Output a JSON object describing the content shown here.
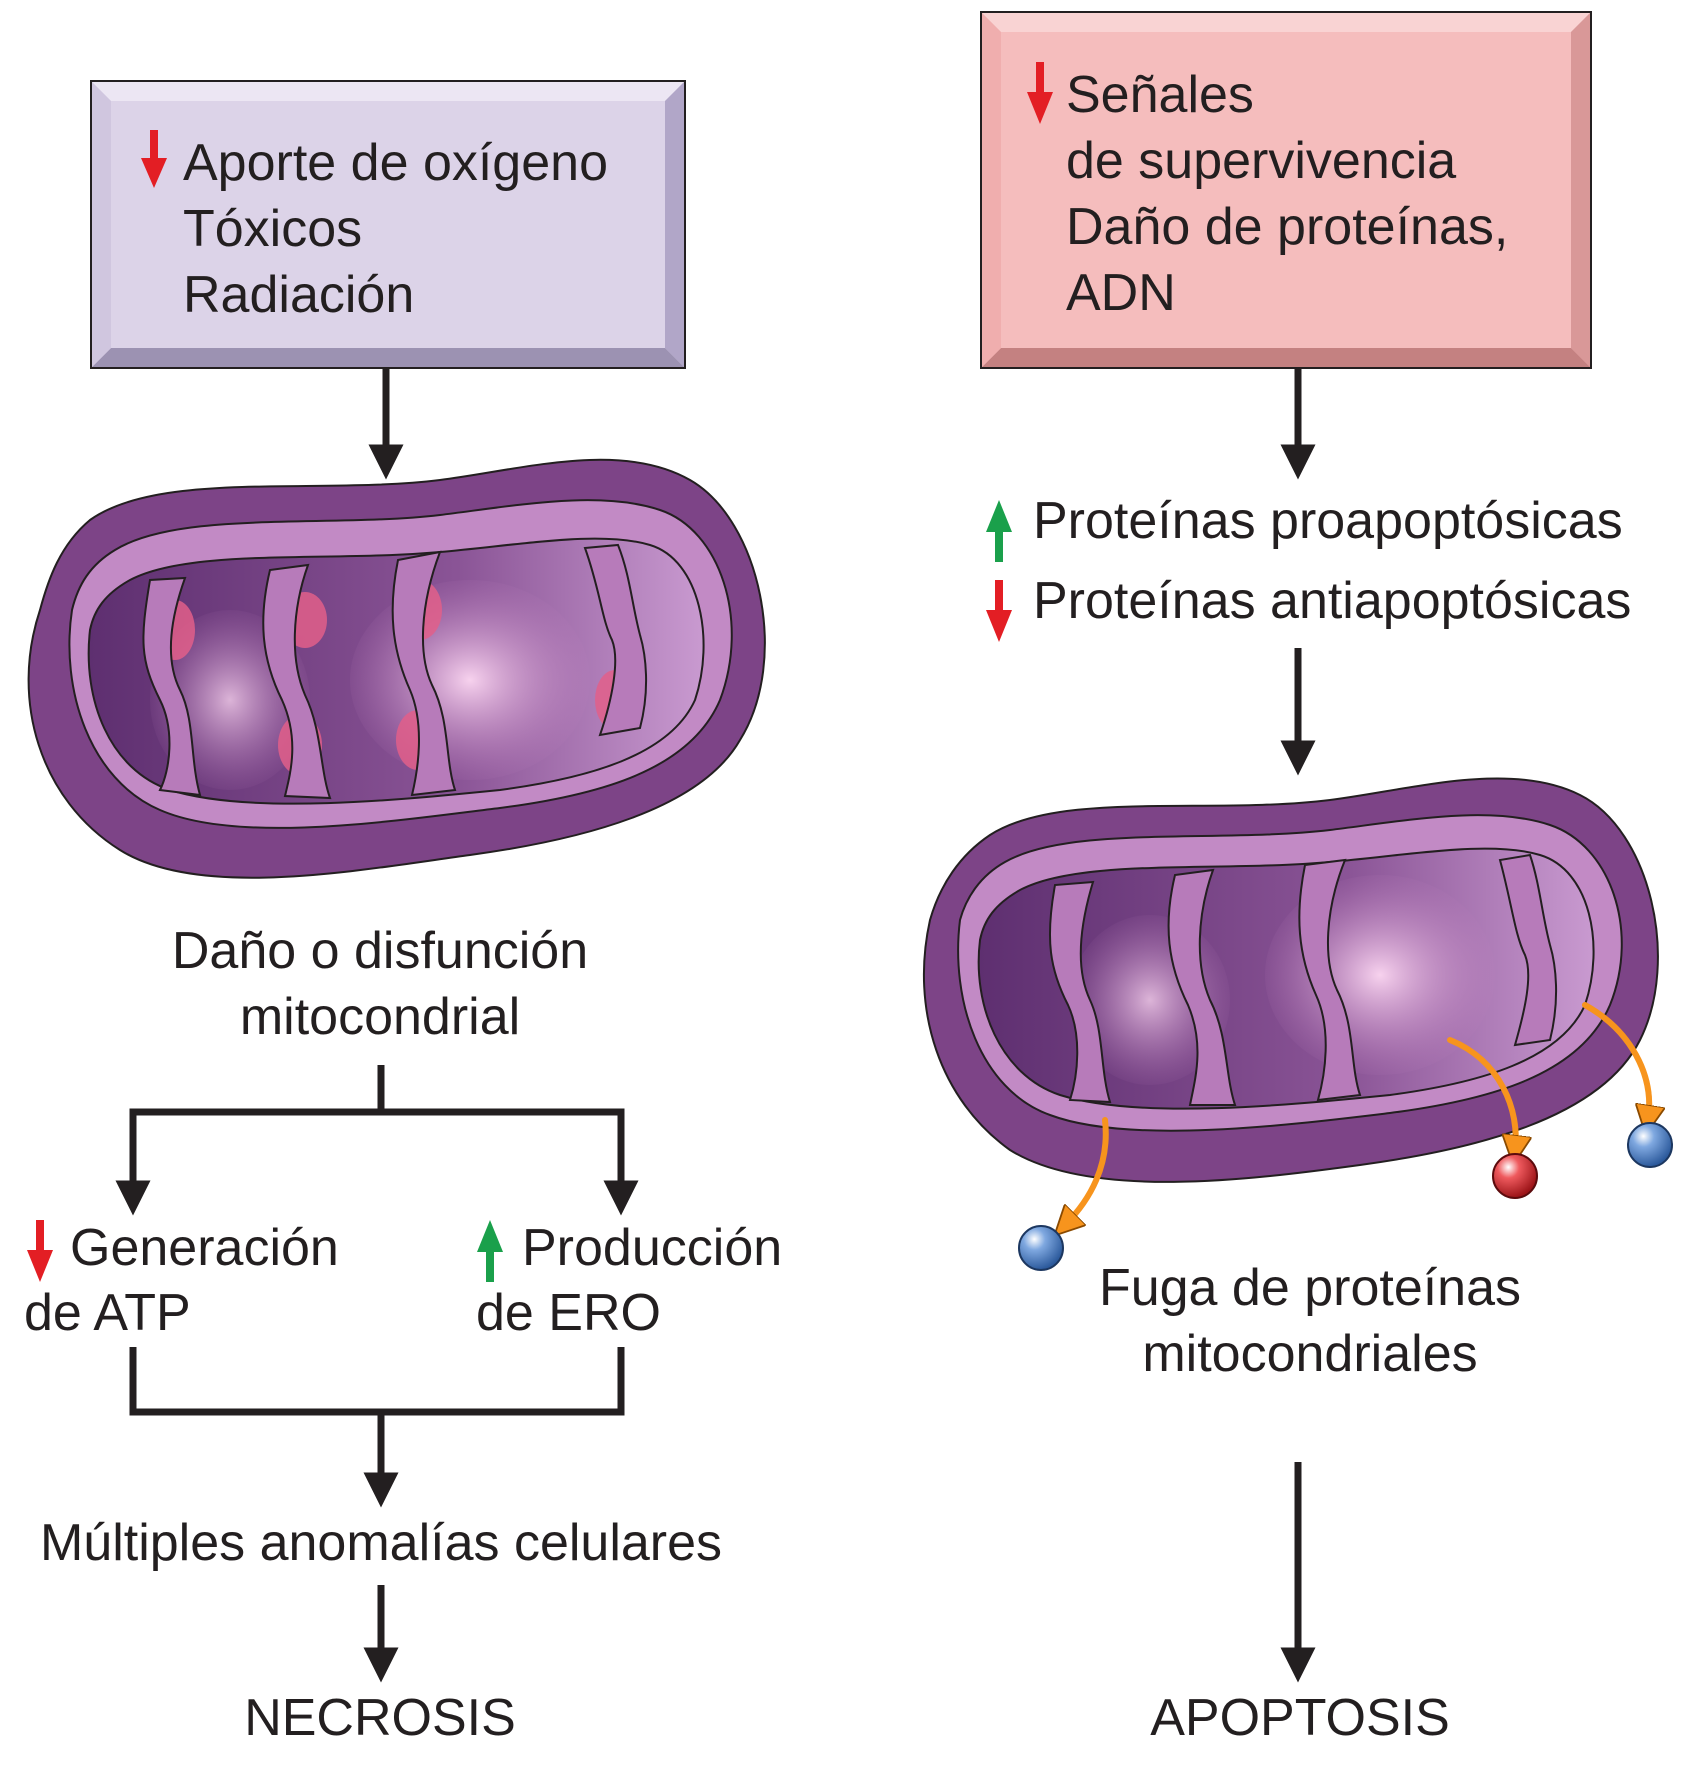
{
  "colors": {
    "box_left": "#dcd3e8",
    "box_right": "#f5bdbd",
    "mito_outer": "#9a5a9c",
    "mito_inner": "#c690c4",
    "matrix": "#6b3b7a",
    "damage": "#e25f8a",
    "arrow_down": "#e31e24",
    "arrow_up": "#1aa04b",
    "leak_arrow": "#f7941d",
    "protein_blue": "#4a7fc1",
    "protein_red": "#d21f25"
  },
  "icons": {
    "down": "red-down-arrow-icon",
    "up": "green-up-arrow-icon"
  },
  "necrosis_path": {
    "cause_box": {
      "line1": "Aporte de oxígeno",
      "line2": "Tóxicos",
      "line3": "Radiación"
    },
    "mito_label": {
      "line1": "Daño o disfunción",
      "line2": "mitocondrial"
    },
    "atp": {
      "line1": "Generación",
      "line2": "de ATP"
    },
    "ros": {
      "line1": "Producción",
      "line2": "de ERO"
    },
    "abnormalities": "Múltiples anomalías celulares",
    "outcome": "NECROSIS"
  },
  "apoptosis_path": {
    "cause_box": {
      "line1": "Señales",
      "line2": "de supervivencia",
      "line3": "Daño de proteínas,",
      "line4": "ADN"
    },
    "pro": "Proteínas proapoptósicas",
    "anti": "Proteínas antiapoptósicas",
    "leak": {
      "line1": "Fuga de proteínas",
      "line2": "mitocondriales"
    },
    "outcome": "APOPTOSIS"
  }
}
